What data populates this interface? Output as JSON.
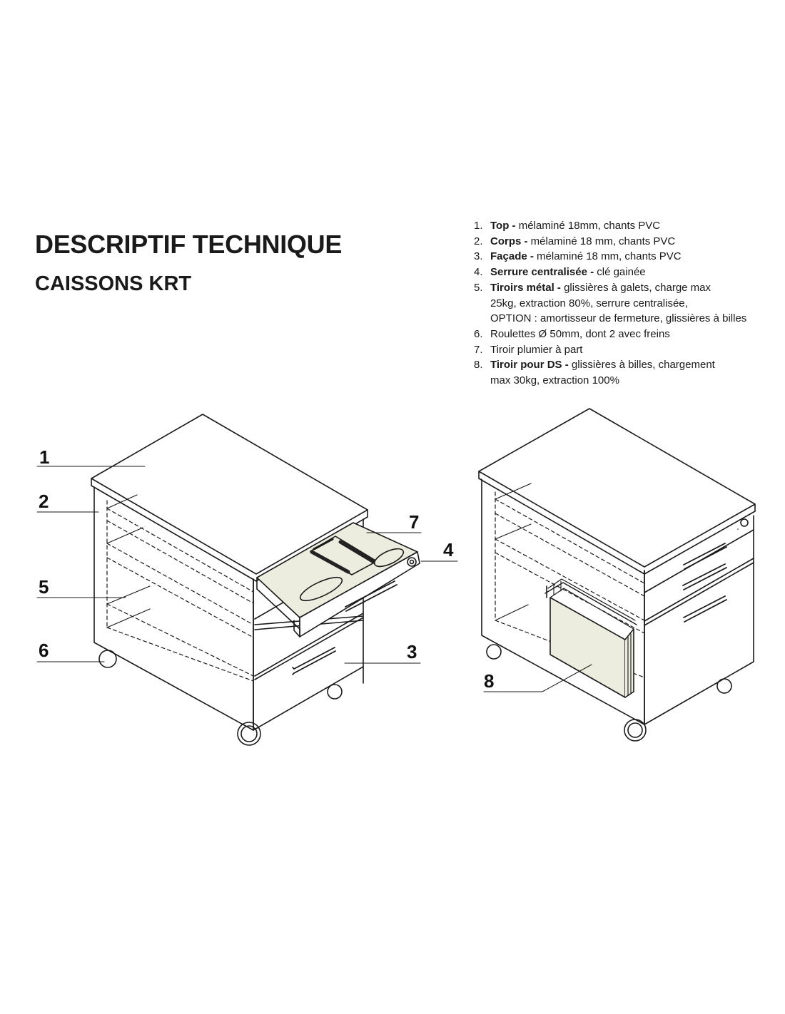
{
  "header": {
    "title": "DESCRIPTIF TECHNIQUE",
    "subtitle": "CAISSONS KRT"
  },
  "specs": [
    {
      "num": "1.",
      "bold": "Top -",
      "lines": [
        " mélaminé 18mm, chants PVC"
      ]
    },
    {
      "num": "2.",
      "bold": "Corps -",
      "lines": [
        " mélaminé 18 mm, chants PVC"
      ]
    },
    {
      "num": "3.",
      "bold": "Façade -",
      "lines": [
        " mélaminé 18 mm, chants PVC"
      ]
    },
    {
      "num": "4.",
      "bold": "Serrure centralisée -",
      "lines": [
        " clé gainée"
      ]
    },
    {
      "num": "5.",
      "bold": "Tiroirs métal -",
      "lines": [
        " glissières à galets, charge max",
        "25kg, extraction 80%, serrure centralisée,",
        "OPTION : amortisseur de fermeture, glissières à billes"
      ]
    },
    {
      "num": "6.",
      "bold": "",
      "lines": [
        "Roulettes Ø 50mm, dont 2 avec freins"
      ]
    },
    {
      "num": "7.",
      "bold": "",
      "lines": [
        "Tiroir plumier à part"
      ]
    },
    {
      "num": "8.",
      "bold": "Tiroir pour DS -",
      "lines": [
        " glissières à billes, chargement",
        "max 30kg, extraction 100%"
      ]
    }
  ],
  "callouts": {
    "c1": "1",
    "c2": "2",
    "c3": "3",
    "c4": "4",
    "c5": "5",
    "c6": "6",
    "c7": "7",
    "c8": "8"
  },
  "colors": {
    "ink": "#1a1a1a",
    "panel_fill": "#ededdf"
  }
}
